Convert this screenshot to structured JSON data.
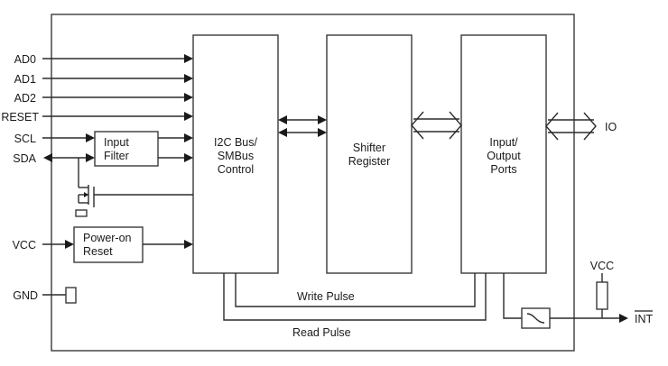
{
  "diagram": {
    "type": "block-diagram",
    "inputs": {
      "ad0": "AD0",
      "ad1": "AD1",
      "ad2": "AD2",
      "reset": "RESET",
      "scl": "SCL",
      "sda": "SDA",
      "vcc": "VCC",
      "gnd": "GND"
    },
    "blocks": {
      "input_filter": [
        "Input",
        "Filter"
      ],
      "power_on_reset": [
        "Power-on",
        "Reset"
      ],
      "i2c_control": [
        "I2C Bus/",
        "SMBus",
        "Control"
      ],
      "shifter_register": [
        "Shifter",
        "Register"
      ],
      "io_ports": [
        "Input/",
        "Output",
        "Ports"
      ]
    },
    "signals": {
      "write_pulse": "Write Pulse",
      "read_pulse": "Read Pulse"
    },
    "outputs": {
      "io": "IO",
      "vcc": "VCC",
      "int": "INT"
    }
  }
}
